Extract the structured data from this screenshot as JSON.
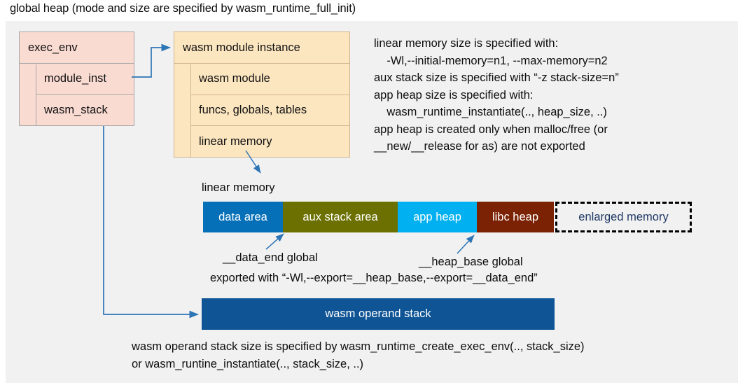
{
  "title": "global heap (mode and size are specified by wasm_runtime_full_init)",
  "colors": {
    "panel_bg": "#f1f1f1",
    "exec_env_fill": "#fadbd2",
    "exec_env_border": "#a6a6a6",
    "module_instance_fill": "#fce6c0",
    "module_instance_border": "#d2b48c",
    "connector": "#2e75b6",
    "data_area": "#0570b8",
    "aux_stack_area": "#6b7000",
    "app_heap": "#00b0f0",
    "libc_heap": "#7b2205",
    "enlarged_memory_border": "#000000",
    "enlarged_memory_text": "#1f3864",
    "operand_stack": "#0f5494"
  },
  "exec_env": {
    "header": "exec_env",
    "fields": [
      {
        "label": "module_inst"
      },
      {
        "label": "wasm_stack"
      }
    ]
  },
  "module_instance": {
    "header": "wasm module instance",
    "fields": [
      {
        "label": "wasm module"
      },
      {
        "label": "funcs, globals, tables"
      },
      {
        "label": "linear memory"
      }
    ]
  },
  "info_text": "linear memory size is specified with:\n    -Wl,--initial-memory=n1, --max-memory=n2\naux stack size is specified with “-z stack-size=n”\napp heap size is specified with:\n    wasm_runtime_instantiate(.., heap_size, ..)\napp heap is created only when malloc/free (or\n__new/__release for as) are not exported",
  "linear_memory": {
    "label": "linear memory",
    "segments": [
      {
        "label": "data area",
        "color": "#0570b8",
        "width": 114
      },
      {
        "label": "aux stack area",
        "color": "#6b7000",
        "width": 164
      },
      {
        "label": "app heap",
        "color": "#00b0f0",
        "width": 113
      },
      {
        "label": "libc heap",
        "color": "#7b2205",
        "width": 110
      },
      {
        "label": "enlarged memory",
        "color": "#f1f1f1",
        "width": 195
      }
    ]
  },
  "annotations": {
    "data_end": "__data_end global",
    "heap_base": "__heap_base global",
    "exported": "exported with “-Wl,--export=__heap_base,--export=__data_end”"
  },
  "operand_stack": {
    "label": "wasm operand stack"
  },
  "bottom_text": "wasm operand stack size is specified by wasm_runtime_create_exec_env(.., stack_size)\nor wasm_runtine_instantiate(.., stack_size, ..)"
}
